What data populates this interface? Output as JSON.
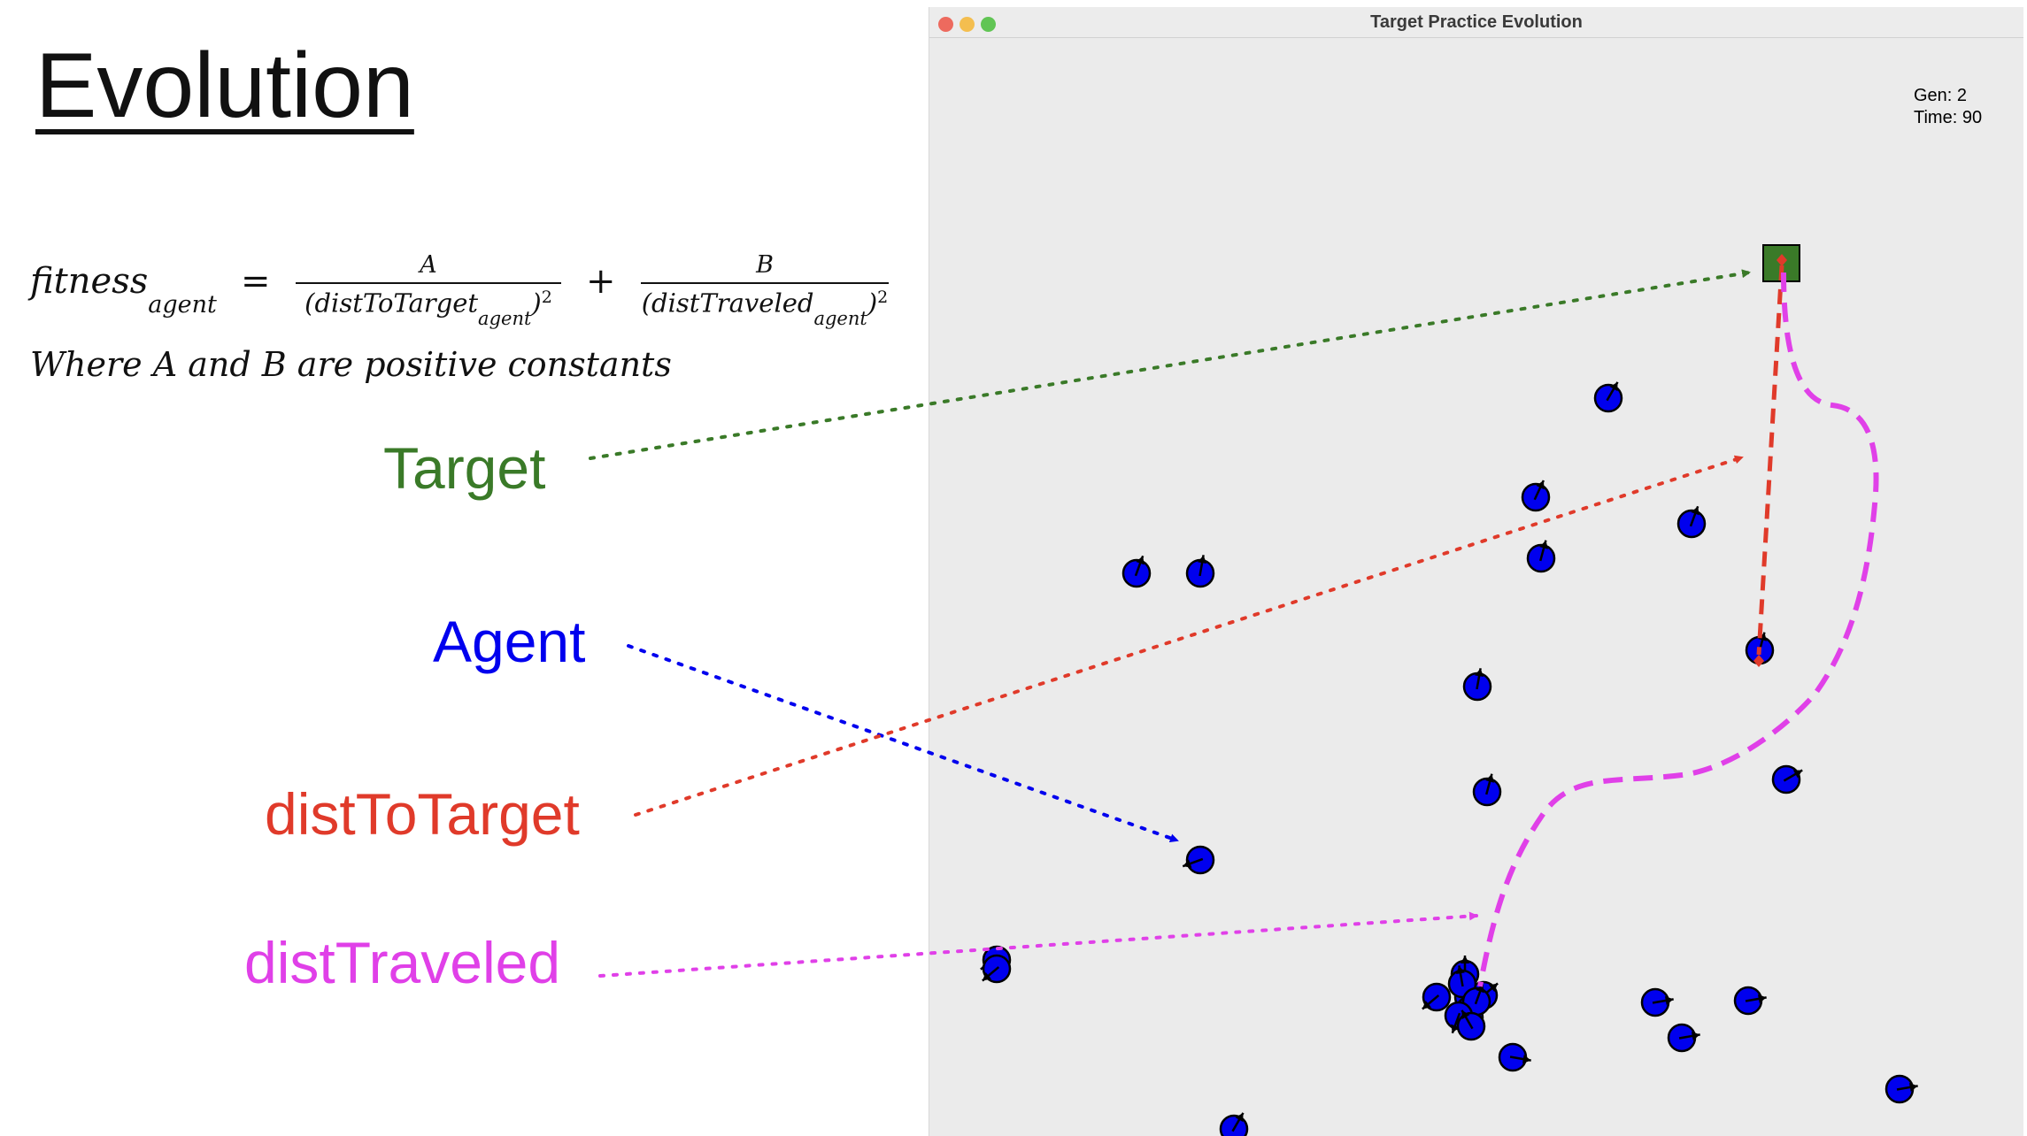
{
  "slide": {
    "title": "Evolution",
    "formula": {
      "lhs": "fitness",
      "lhs_sub": "agent",
      "equals": "=",
      "plus": "+",
      "term1_num": "A",
      "term1_den": "(distToTarget",
      "term1_den_sub": "agent",
      "term1_den_close": ")",
      "term1_exp": "2",
      "term2_num": "B",
      "term2_den": "(distTraveled",
      "term2_den_sub": "agent",
      "term2_den_close": ")",
      "term2_exp": "2"
    },
    "where_text": "Where A and B are positive constants",
    "labels": {
      "target": "Target",
      "agent": "Agent",
      "dist_to_target": "distToTarget",
      "dist_traveled": "distTraveled"
    }
  },
  "window": {
    "title": "Target Practice Evolution",
    "gen_text": "Gen: 2",
    "time_text": "Time: 90",
    "agent_count": 29
  },
  "colors": {
    "target": "#3a7a28",
    "agent": "#0000ee",
    "dist_to_target": "#e03a2a",
    "dist_traveled": "#e040e8",
    "close_button": "#ed6a5e",
    "minimize_button": "#f4be4f",
    "zoom_button": "#61c554"
  }
}
